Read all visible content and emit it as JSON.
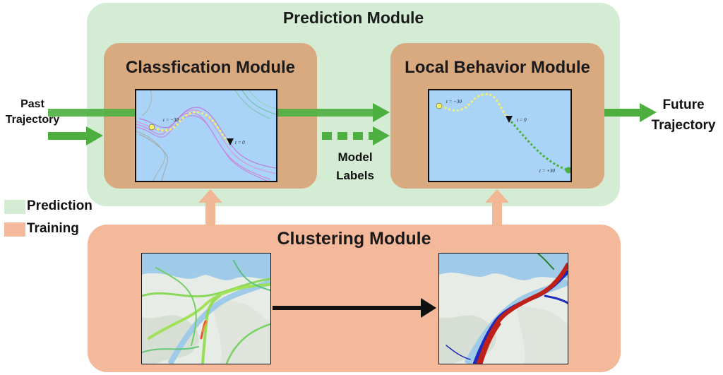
{
  "prediction_module": {
    "title": "Prediction Module"
  },
  "classification_module": {
    "title": "Classfication Module",
    "time_start_label": "t = −30",
    "time_now_label": "t = 0"
  },
  "local_behavior_module": {
    "title": "Local Behavior Module",
    "time_start_label": "t = −30",
    "time_now_label": "t = 0",
    "time_end_label": "t = +30"
  },
  "clustering_module": {
    "title": "Clustering Module"
  },
  "inputs": {
    "past_trajectory_line1": "Past",
    "past_trajectory_line2": "Trajectory"
  },
  "outputs": {
    "future_trajectory_line1": "Future",
    "future_trajectory_line2": "Trajectory"
  },
  "connector": {
    "model_labels_line1": "Model",
    "model_labels_line2": "Labels"
  },
  "legend": {
    "items": [
      {
        "label": "Prediction",
        "color": "#d3ecd3"
      },
      {
        "label": "Training",
        "color": "#f4b89a"
      }
    ]
  },
  "colors": {
    "arrow_green": "#4caf3f",
    "arrow_peach": "#f2b795",
    "plot_background": "#aad4f7",
    "trajectory_yellow": "#f5f069",
    "trajectory_green": "#4caf3f",
    "cluster_red": "#c0201a",
    "cluster_blue": "#1f2bbf"
  }
}
